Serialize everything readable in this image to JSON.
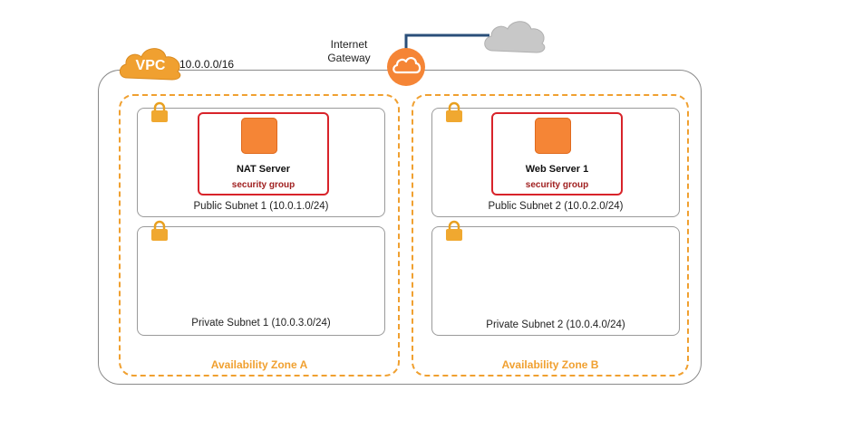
{
  "vpc": {
    "badge": "VPC",
    "cidr": "10.0.0.0/16"
  },
  "gateway": {
    "label_line1": "Internet",
    "label_line2": "Gateway"
  },
  "zones": [
    {
      "label": "Availability Zone A",
      "public_subnet": {
        "label": "Public Subnet 1 (10.0.1.0/24)",
        "instance": "NAT Server",
        "security_group": "security group"
      },
      "private_subnet": {
        "label": "Private Subnet 1 (10.0.3.0/24)"
      }
    },
    {
      "label": "Availability Zone B",
      "public_subnet": {
        "label": "Public Subnet 2 (10.0.2.0/24)",
        "instance": "Web Server 1",
        "security_group": "security group"
      },
      "private_subnet": {
        "label": "Private Subnet 2 (10.0.4.0/24)"
      }
    }
  ],
  "colors": {
    "az_border": "#f0a030",
    "security_group": "#d8232a",
    "instance": "#f58536",
    "vpc_badge": "#f0a030",
    "link": "#2a4f7a"
  },
  "icons": [
    "vpc-cloud-icon",
    "internet-cloud-icon",
    "internet-gateway-icon",
    "lock-icon",
    "ec2-instance-icon"
  ]
}
